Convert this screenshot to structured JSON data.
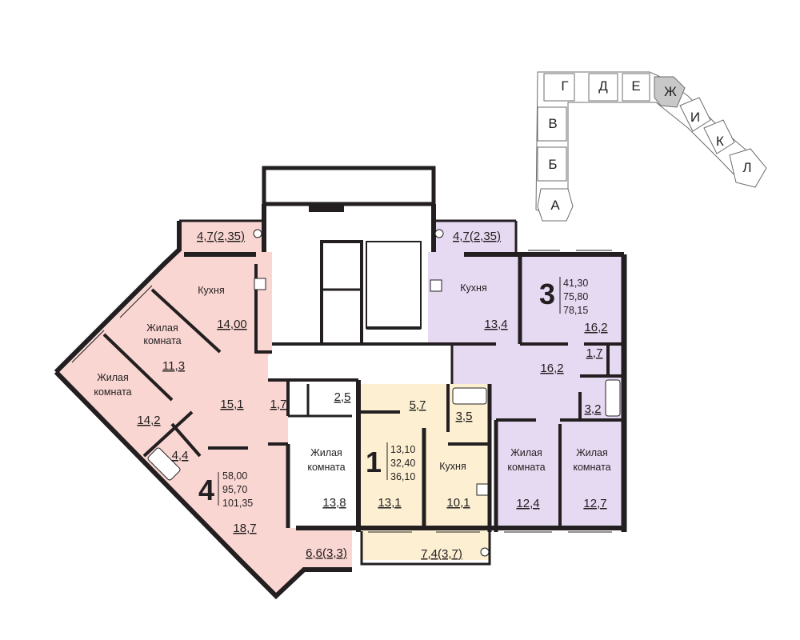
{
  "key_plan": {
    "sections": [
      "Г",
      "Д",
      "Е",
      "Ж",
      "И",
      "К",
      "Л",
      "В",
      "Б",
      "А"
    ],
    "highlighted": "Ж",
    "highlight_color": "#c8c8c8"
  },
  "colors": {
    "apt4": "#fad6d2",
    "apt3": "#e6d9f2",
    "apt1": "#fdf0d2",
    "wall": "#231f20"
  },
  "apartments": {
    "a4": {
      "number": "4",
      "areas": [
        "58,00",
        "95,70",
        "101,35"
      ]
    },
    "a3": {
      "number": "3",
      "areas": [
        "41,30",
        "75,80",
        "78,15"
      ]
    },
    "a1": {
      "number": "1",
      "areas": [
        "13,10",
        "32,40",
        "36,10"
      ]
    }
  },
  "rooms": {
    "living": "Жилая комната",
    "living_l1": "Жилая",
    "living_l2": "комната",
    "kitchen": "Кухня"
  },
  "areas": {
    "a4_balcony": "4,7(2,35)",
    "a4_kitchen": "14,00",
    "a4_room1": "11,3",
    "a4_room2": "14,2",
    "a4_hall": "15,1",
    "a4_wc": "1,7",
    "a4_closet": "2,5",
    "a4_bath": "4,4",
    "a4_room3": "13,8",
    "a4_room4": "18,7",
    "a4_loggia": "6,6(3,3)",
    "a3_balcony": "4,7(2,35)",
    "a3_kitchen": "13,4",
    "a3_room1": "16,2",
    "a3_wc": "1,7",
    "a3_hall": "16,2",
    "a3_bath": "3,2",
    "a3_room2": "12,4",
    "a3_room3": "12,7",
    "a1_hall": "5,7",
    "a1_bath": "3,5",
    "a1_room": "13,1",
    "a1_kitchen": "10,1",
    "a1_loggia": "7,4(3,7)"
  }
}
